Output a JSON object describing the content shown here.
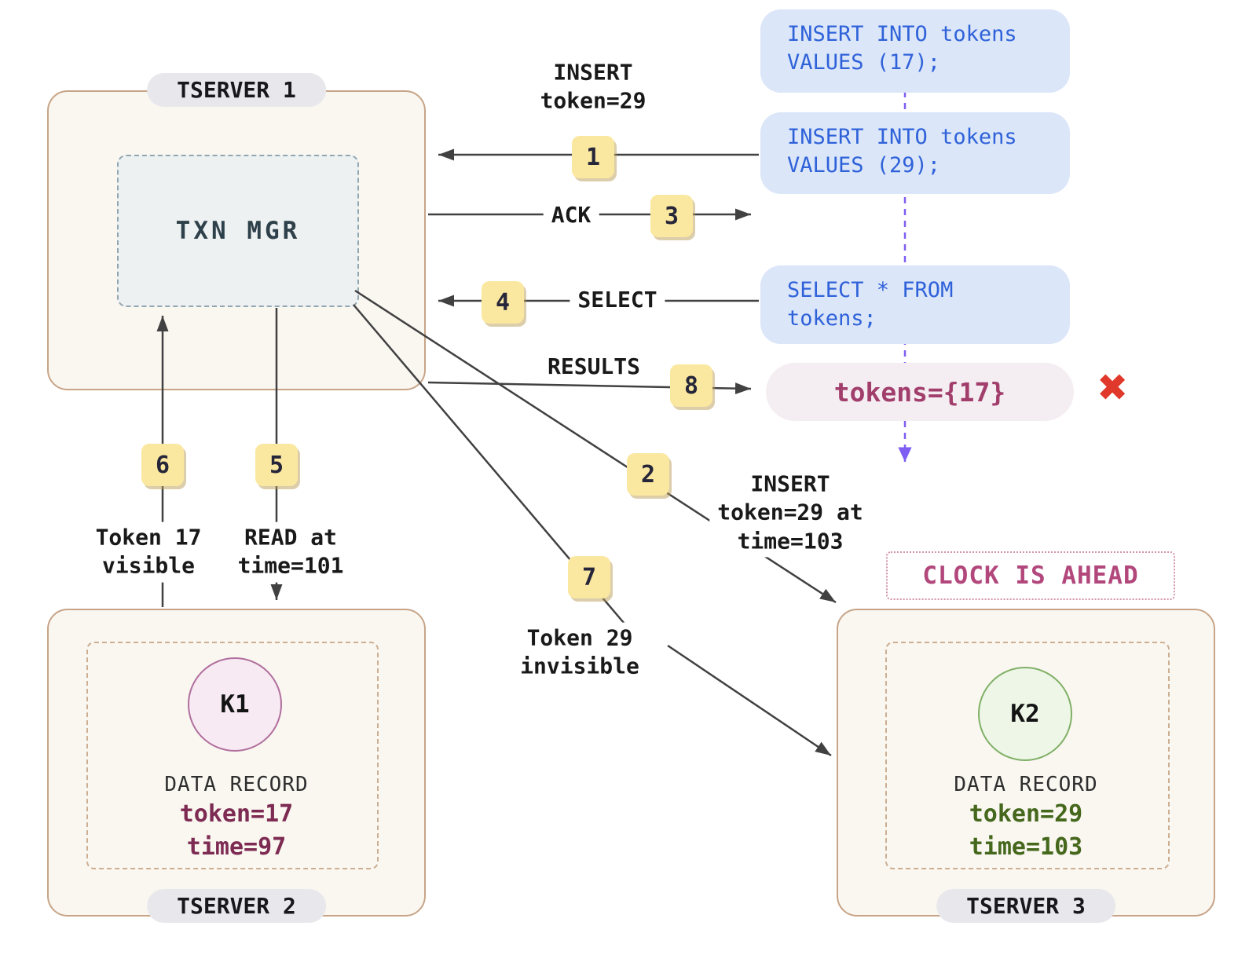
{
  "tserver1": {
    "label": "TSERVER 1",
    "txn_mgr_label": "TXN MGR"
  },
  "tserver2": {
    "label": "TSERVER 2",
    "node_label": "K1",
    "record_title": "DATA RECORD",
    "record_token": "token=17",
    "record_time": "time=97"
  },
  "tserver3": {
    "label": "TSERVER 3",
    "node_label": "K2",
    "record_title": "DATA RECORD",
    "record_token": "token=29",
    "record_time": "time=103",
    "clock_warning": "CLOCK IS AHEAD"
  },
  "sql_statements": {
    "insert_17": "INSERT INTO tokens\nVALUES (17);",
    "insert_29": "INSERT INTO tokens\nVALUES (29);",
    "select_all": "SELECT * FROM\ntokens;"
  },
  "query_result": {
    "text": "tokens={17}",
    "error_icon": "✖"
  },
  "step_badges": {
    "s1": "1",
    "s2": "2",
    "s3": "3",
    "s4": "4",
    "s5": "5",
    "s6": "6",
    "s7": "7",
    "s8": "8"
  },
  "arrow_labels": {
    "insert_token_29": "INSERT\ntoken=29",
    "ack": "ACK",
    "select": "SELECT",
    "results": "RESULTS",
    "insert_token_29_at_time_103": "INSERT\ntoken=29 at\ntime=103",
    "token_17_visible": "Token 17\nvisible",
    "read_at_time_101": "READ at\ntime=101",
    "token_29_invisible": "Token 29\ninvisible"
  },
  "colors": {
    "arrow": "#414141",
    "timeline_purple": "#7e5ef2",
    "badge_yellow": "#fbe8a0",
    "server_border": "#c7a487",
    "sql_blue": "#2f62d9",
    "result_maroon": "#a13e6c",
    "token17_color": "#7d2b52",
    "token29_color": "#45681d",
    "error_red": "#e0392b"
  }
}
